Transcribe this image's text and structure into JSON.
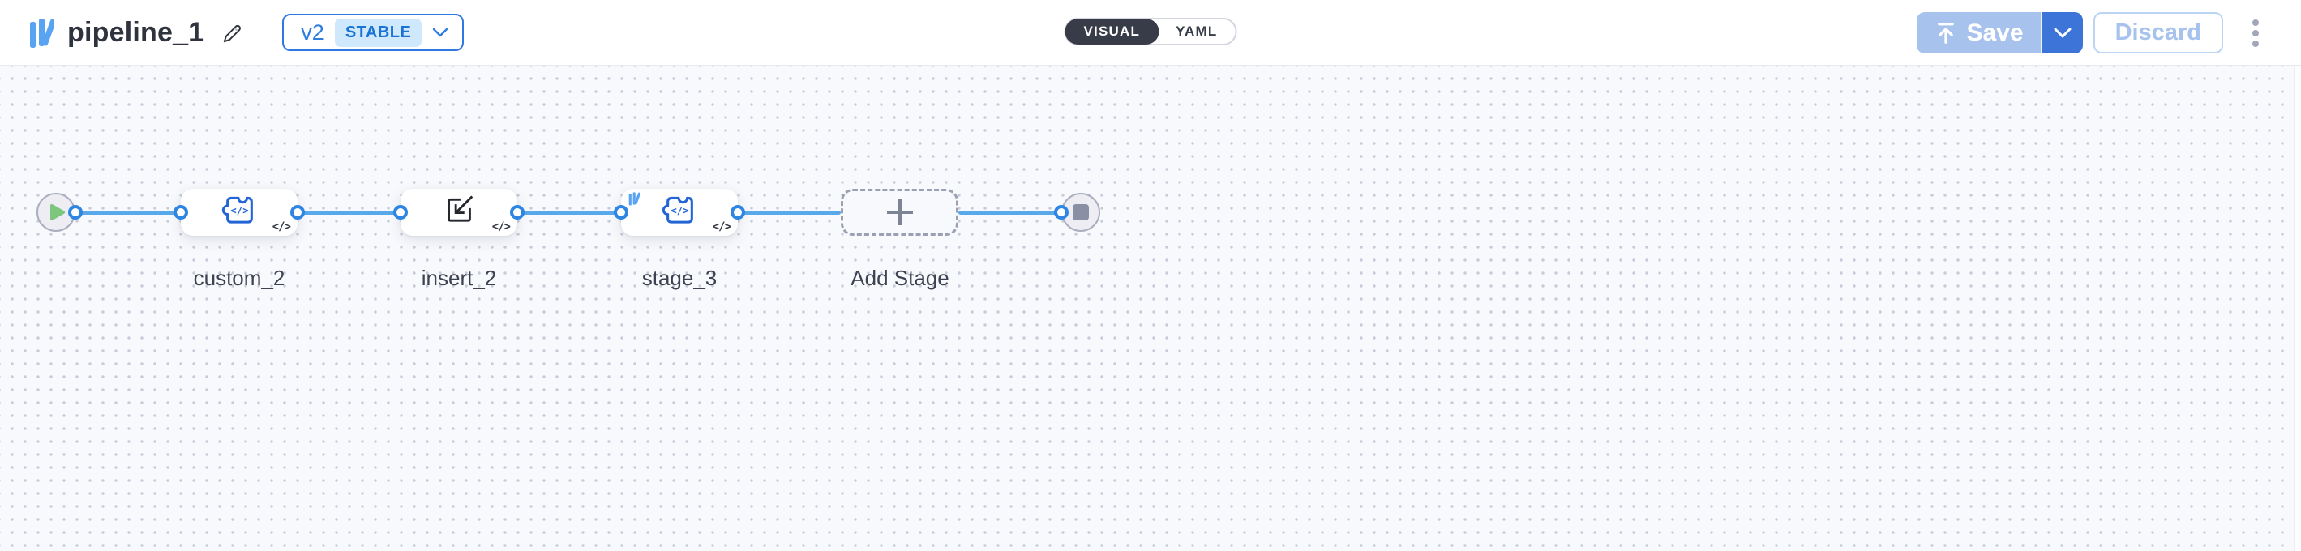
{
  "header": {
    "title": "pipeline_1",
    "logo_icon": "library-logo-icon",
    "edit_icon": "pencil-icon",
    "version_selector": {
      "version": "v2",
      "status_badge": "STABLE",
      "chevron_icon": "chevron-down-icon"
    },
    "view_toggle": {
      "visual": "VISUAL",
      "yaml": "YAML",
      "selected": "VISUAL"
    },
    "save_button": "Save",
    "save_icon": "upload-arrow-icon",
    "discard_button": "Discard",
    "menu_icon": "kebab-menu-icon"
  },
  "pipeline": {
    "start_node": {
      "icon": "play-icon"
    },
    "end_node": {
      "icon": "stop-icon"
    },
    "stages": [
      {
        "label": "custom_2",
        "icon": "puzzle-code-icon",
        "code_badge": "</>"
      },
      {
        "label": "insert_2",
        "icon": "insert-arrow-icon",
        "code_badge": "</>"
      },
      {
        "label": "stage_3",
        "icon": "puzzle-code-icon",
        "code_badge": "</>",
        "corner_icon": "library-logo-icon"
      },
      {
        "label": "Add Stage",
        "icon": "plus-icon",
        "placeholder": true
      }
    ]
  },
  "colors": {
    "accent_blue": "#2e7ce2",
    "connector_blue": "#58a9ea",
    "port_ring_blue": "#2e86e2",
    "node_icon_blue": "#2465d6",
    "logo_blue": "#58a3f2",
    "stable_badge_bg": "#cfe8fb",
    "stable_badge_text": "#1a73d4",
    "save_disabled_bg": "#a7c3ed",
    "save_dropdown_bg": "#3c75d7",
    "toggle_selected_bg": "#383c48",
    "canvas_bg": "#f8f9fc",
    "play_green": "#7cc67e",
    "stop_gray": "#8a90a4"
  }
}
